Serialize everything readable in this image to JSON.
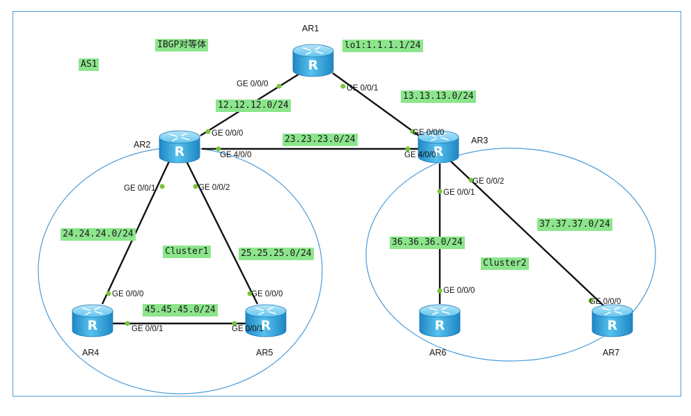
{
  "as_label": "AS1",
  "peer_label": "IBGP对等体",
  "clusters": [
    {
      "id": "c1",
      "label": "Cluster1"
    },
    {
      "id": "c2",
      "label": "Cluster2"
    }
  ],
  "routers": [
    {
      "id": "AR1",
      "name": "AR1"
    },
    {
      "id": "AR2",
      "name": "AR2"
    },
    {
      "id": "AR3",
      "name": "AR3"
    },
    {
      "id": "AR4",
      "name": "AR4"
    },
    {
      "id": "AR5",
      "name": "AR5"
    },
    {
      "id": "AR6",
      "name": "AR6"
    },
    {
      "id": "AR7",
      "name": "AR7"
    }
  ],
  "loopback": "lo1:1.1.1.1/24",
  "links": [
    {
      "id": "ar1-ar2",
      "from": "AR1",
      "to": "AR2",
      "subnet": "12.12.12.0/24",
      "from_port": "GE 0/0/0",
      "to_port": "GE 0/0/0"
    },
    {
      "id": "ar1-ar3",
      "from": "AR1",
      "to": "AR3",
      "subnet": "13.13.13.0/24",
      "from_port": "GE 0/0/1",
      "to_port": "GE 0/0/0"
    },
    {
      "id": "ar2-ar3",
      "from": "AR2",
      "to": "AR3",
      "subnet": "23.23.23.0/24",
      "from_port": "GE 4/0/0",
      "to_port": "GE 4/0/0"
    },
    {
      "id": "ar2-ar4",
      "from": "AR2",
      "to": "AR4",
      "subnet": "24.24.24.0/24",
      "from_port": "GE 0/0/1",
      "to_port": "GE 0/0/0"
    },
    {
      "id": "ar2-ar5",
      "from": "AR2",
      "to": "AR5",
      "subnet": "25.25.25.0/24",
      "from_port": "GE 0/0/2",
      "to_port": "GE 0/0/0"
    },
    {
      "id": "ar4-ar5",
      "from": "AR4",
      "to": "AR5",
      "subnet": "45.45.45.0/24",
      "from_port": "GE 0/0/1",
      "to_port": "GE 0/0/1"
    },
    {
      "id": "ar3-ar6",
      "from": "AR3",
      "to": "AR6",
      "subnet": "36.36.36.0/24",
      "from_port": "GE 0/0/1",
      "to_port": "GE 0/0/0"
    },
    {
      "id": "ar3-ar7",
      "from": "AR3",
      "to": "AR7",
      "subnet": "37.37.37.0/24",
      "from_port": "GE 0/0/2",
      "to_port": "GE 0/0/0"
    }
  ],
  "colors": {
    "frame": "#4a9ad8",
    "cluster_ring": "#4a9ad8",
    "tag_bg": "#8ce58c",
    "link": "#111111",
    "port_dot": "#78c43c",
    "router_body": "#2fa6dc"
  }
}
